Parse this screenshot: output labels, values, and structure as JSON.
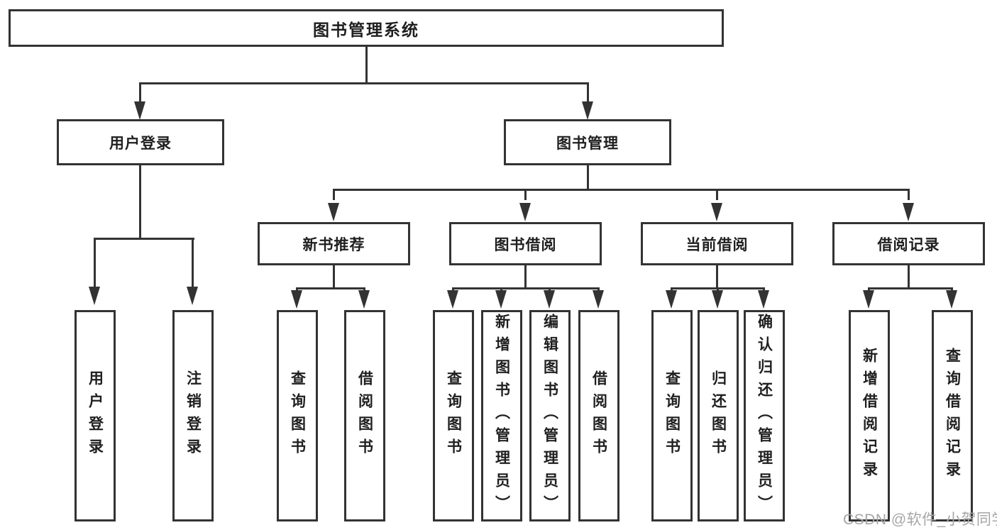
{
  "diagram": {
    "title": "图书管理系统",
    "root": "图书管理系统",
    "level2": {
      "user": "用户登录",
      "book": "图书管理"
    },
    "level3": {
      "newbook": "新书推荐",
      "borrow": "图书借阅",
      "current": "当前借阅",
      "record": "借阅记录"
    },
    "leaves": {
      "user": [
        "用户登录",
        "注销登录"
      ],
      "newbook": [
        "查询图书",
        "借阅图书"
      ],
      "borrow": [
        "查询图书",
        "新增图书（管理员）",
        "编辑图书（管理员）",
        "借阅图书"
      ],
      "current": [
        "查询图书",
        "归还图书",
        "确认归还（管理员）"
      ],
      "record": [
        "新增借阅记录",
        "查询借阅记录"
      ]
    }
  },
  "watermark": "CSDN @软件_小贺同学",
  "colors": {
    "line": "#333333",
    "text": "#1f1f1f",
    "background": "#ffffff",
    "watermark": "#a6a6a6"
  }
}
